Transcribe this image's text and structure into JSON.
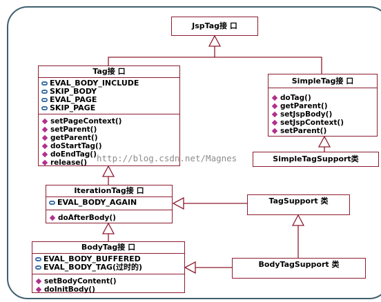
{
  "diagram": {
    "jsptag": {
      "title": "JspTag接 口"
    },
    "tag": {
      "title": "Tag接 口",
      "constants": [
        "EVAL_BODY_INCLUDE",
        "SKIP_BODY",
        "EVAL_PAGE",
        "SKIP_PAGE"
      ],
      "methods": [
        "setPageContext()",
        "setParent()",
        "getParent()",
        "doStartTag()",
        "doEndTag()",
        "release()"
      ]
    },
    "simpletag": {
      "title": "SimpleTag接 口",
      "methods": [
        "doTag()",
        "getParent()",
        "setJspBody()",
        "setJspContext()",
        "setParent()"
      ]
    },
    "simpletagsupport": {
      "title": "SimpleTagSupport类"
    },
    "iterationtag": {
      "title": "IterationTag接 口",
      "constants": [
        "EVAL_BODY_AGAIN"
      ],
      "methods": [
        "doAfterBody()"
      ]
    },
    "tagsupport": {
      "title": "TagSupport 类"
    },
    "bodytag": {
      "title": "BodyTag接 口",
      "constants": [
        "EVAL_BODY_BUFFERED",
        "EVAL_BODY_TAG(过时的)"
      ],
      "methods": [
        "setBodyContent()",
        "doInitBody()"
      ]
    },
    "bodytagsupport": {
      "title": "BodyTagSupport 类"
    },
    "watermark": "http://blog.csdn.net/Magnes"
  }
}
